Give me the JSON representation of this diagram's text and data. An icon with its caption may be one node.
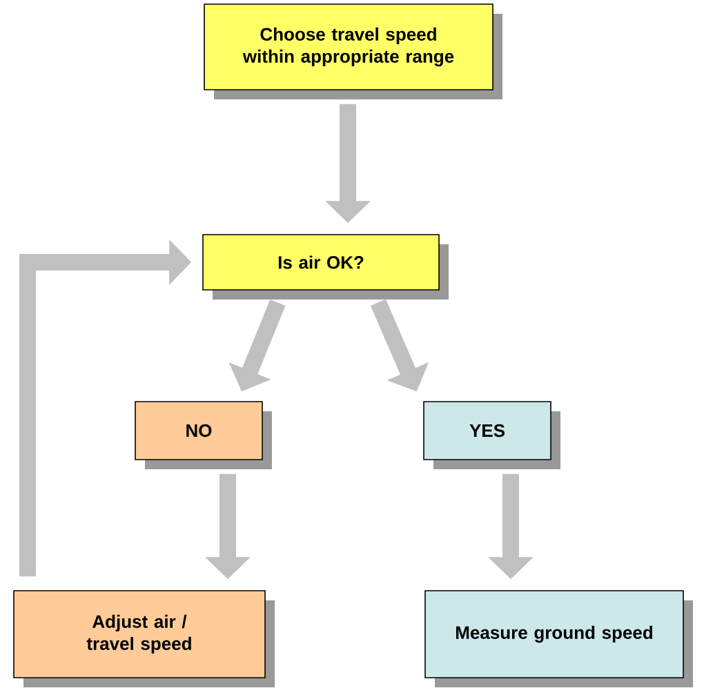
{
  "diagram": {
    "nodes": [
      {
        "text": [
          "Choose travel speed within appropriate range"
        ]
      },
      {
        "text": [
          "Is air OK?"
        ]
      },
      {
        "text": [
          "NO"
        ]
      },
      {
        "text": [
          "YES"
        ]
      },
      {
        "text": [
          "Adjust air / travel speed"
        ]
      },
      {
        "text": [
          "Measure ground speed"
        ]
      }
    ],
    "edges": [
      {
        "from": 0,
        "to": 1,
        "arrow": "to"
      },
      {
        "from": 1,
        "to": 2,
        "arrow": "to"
      },
      {
        "from": 1,
        "to": 3,
        "arrow": "to"
      },
      {
        "from": 2,
        "to": 4,
        "arrow": "to"
      },
      {
        "from": 3,
        "to": 5,
        "arrow": "to"
      },
      {
        "from": 4,
        "to": 1,
        "arrow": "to"
      }
    ]
  }
}
